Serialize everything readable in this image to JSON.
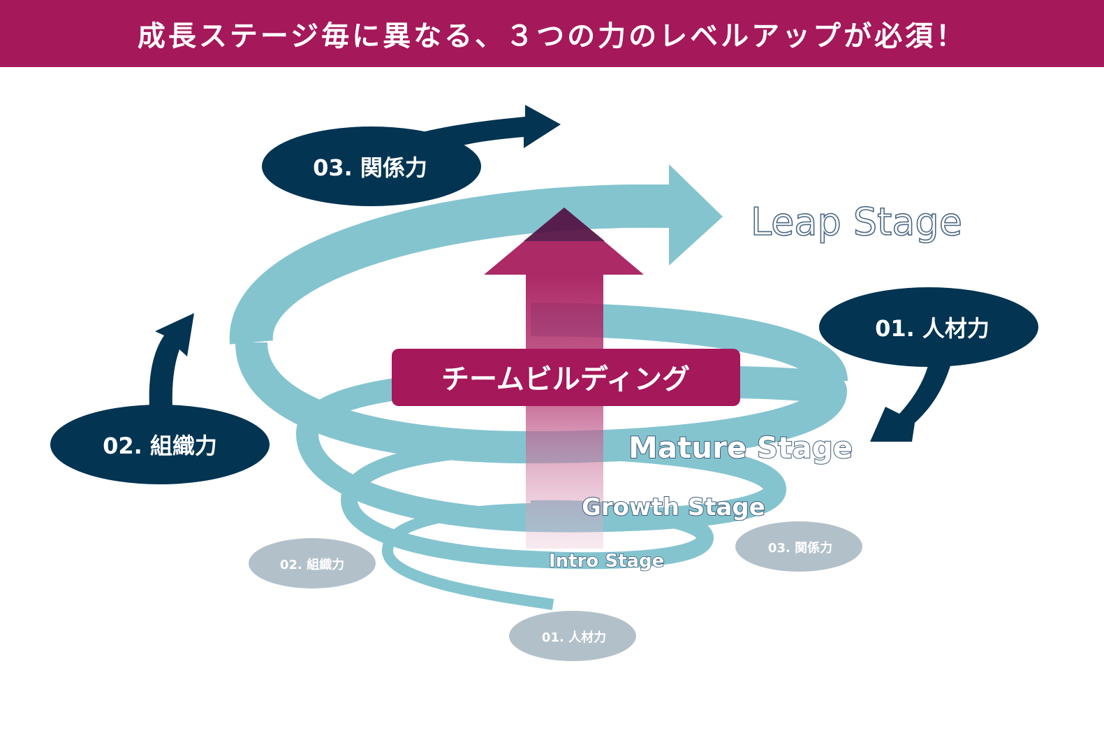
{
  "header": {
    "title": "成長ステージ毎に異なる、３つの力のレベルアップが必須！"
  },
  "colors": {
    "brand": "#a5185a",
    "navy": "#033452",
    "spiral": "#84c4cf",
    "ghost": "#b2c0c9",
    "outline": "#3d5a78"
  },
  "stages": {
    "leap": "Leap Stage",
    "mature": "Mature Stage",
    "growth": "Growth Stage",
    "intro": "Intro Stage"
  },
  "center": {
    "label": "チームビルディング"
  },
  "powers_active": {
    "relationship": "03. 関係力",
    "organization": "02. 組織力",
    "talent": "01. 人材力"
  },
  "powers_base": {
    "organization": "02. 組織力",
    "relationship": "03. 関係力",
    "talent": "01. 人材力"
  }
}
